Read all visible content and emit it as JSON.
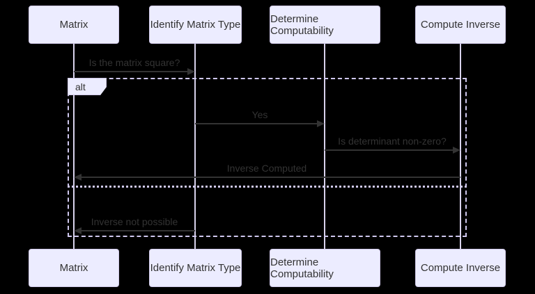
{
  "diagram": {
    "type": "sequence-diagram",
    "background": "#000000",
    "colors": {
      "actor_fill": "#ECECFF",
      "actor_border": "#CFC8E8",
      "lifeline": "#D8D2EC",
      "message_line": "#333333",
      "message_text": "#333333",
      "frame_border": "#CFC8EE"
    },
    "actors": [
      {
        "label": "Matrix"
      },
      {
        "label": "Identify Matrix Type"
      },
      {
        "label": "Determine Computability"
      },
      {
        "label": "Compute Inverse"
      }
    ],
    "frame": {
      "label": "alt"
    },
    "messages": [
      {
        "text": "Is the matrix square?",
        "from": "Matrix",
        "to": "Identify Matrix Type",
        "direction": "right"
      },
      {
        "text": "Yes",
        "from": "Identify Matrix Type",
        "to": "Determine Computability",
        "direction": "right"
      },
      {
        "text": "Is determinant non-zero?",
        "from": "Determine Computability",
        "to": "Compute Inverse",
        "direction": "right"
      },
      {
        "text": "Inverse Computed",
        "from": "Compute Inverse",
        "to": "Matrix",
        "direction": "left"
      },
      {
        "text": "Inverse not possible",
        "from": "Identify Matrix Type",
        "to": "Matrix",
        "direction": "left"
      }
    ]
  }
}
